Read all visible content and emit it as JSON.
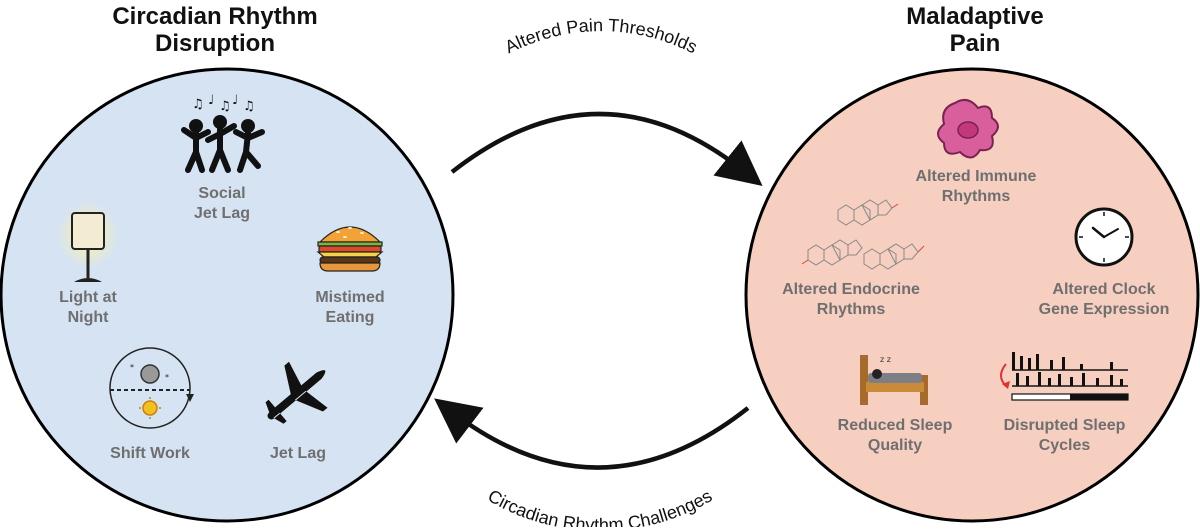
{
  "left_panel": {
    "title_line1": "Circadian Rhythm",
    "title_line2": "Disruption",
    "color": "#d6e3f3",
    "items": {
      "social_jet_lag": [
        "Social",
        "Jet Lag"
      ],
      "light_at_night": [
        "Light at",
        "Night"
      ],
      "mistimed_eating": [
        "Mistimed",
        "Eating"
      ],
      "shift_work": [
        "Shift Work"
      ],
      "jet_lag": [
        "Jet Lag"
      ]
    },
    "icons": [
      "dancing-people-icon",
      "lamp-icon",
      "burger-icon",
      "day-night-cycle-icon",
      "airplane-icon"
    ]
  },
  "right_panel": {
    "title_line1": "Maladaptive",
    "title_line2": "Pain",
    "color": "#f7cfc0",
    "items": {
      "immune": [
        "Altered Immune",
        "Rhythms"
      ],
      "endocrine": [
        "Altered Endocrine",
        "Rhythms"
      ],
      "clock_gene": [
        "Altered Clock",
        "Gene Expression"
      ],
      "sleep_quality": [
        "Reduced Sleep",
        "Quality"
      ],
      "sleep_cycles": [
        "Disrupted Sleep",
        "Cycles"
      ]
    },
    "icons": [
      "immune-cell-icon",
      "steroid-molecule-icon",
      "clock-icon",
      "bed-icon",
      "sleep-cycle-icon"
    ]
  },
  "arrows": {
    "top_label": "Altered Pain Thresholds",
    "bottom_label": "Circadian Rhythm Challenges"
  }
}
